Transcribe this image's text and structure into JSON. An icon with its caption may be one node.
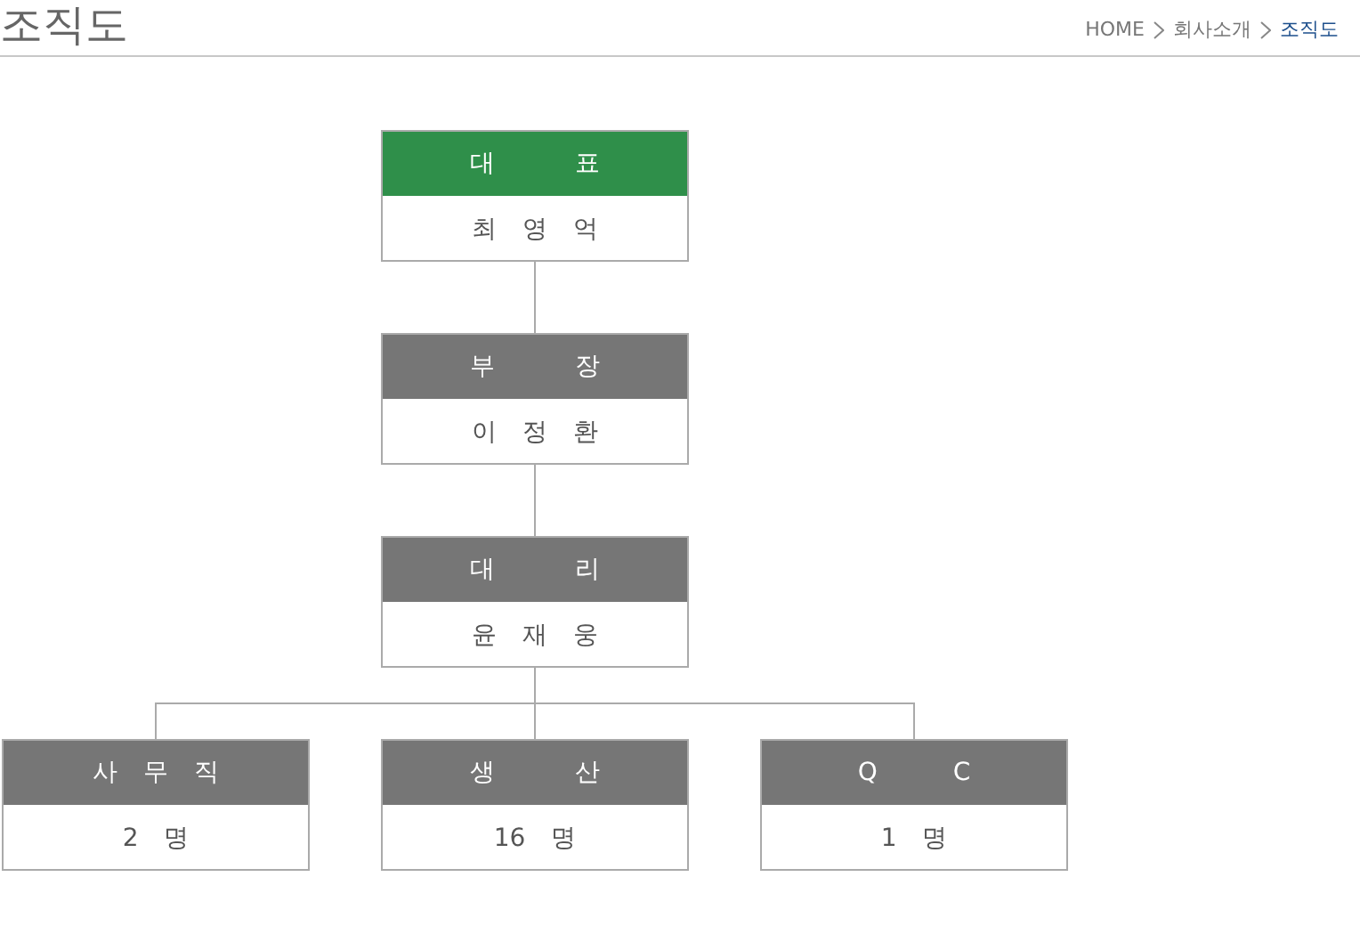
{
  "diagram": {
    "title": "조직도",
    "nodes": [
      {
        "text": [
          "대 표",
          "최 영 억"
        ]
      },
      {
        "text": [
          "부 장",
          "이 정 환"
        ]
      },
      {
        "text": [
          "대 리",
          "윤 재 웅"
        ]
      },
      {
        "text": [
          "사 무 직",
          "2 명"
        ]
      },
      {
        "text": [
          "생 산",
          "16 명"
        ]
      },
      {
        "text": [
          "Q C",
          "1 명"
        ]
      }
    ],
    "edges": [
      {
        "from": 0,
        "to": 1,
        "arrow": "none"
      },
      {
        "from": 1,
        "to": 2,
        "arrow": "none"
      },
      {
        "from": 2,
        "to": 3,
        "arrow": "none"
      },
      {
        "from": 2,
        "to": 4,
        "arrow": "none"
      },
      {
        "from": 2,
        "to": 5,
        "arrow": "none"
      }
    ],
    "labels": [
      "HOME",
      "회사소개",
      "조직도"
    ]
  }
}
